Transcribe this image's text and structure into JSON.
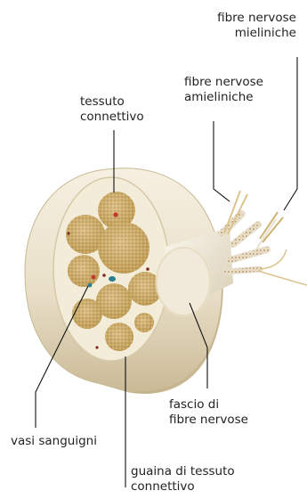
{
  "labels": {
    "fibre_mieliniche": "fibre nervose\nmieliniche",
    "fibre_amieliniche": "fibre nervose\namieliniche",
    "tessuto_connettivo": "tessuto\nconnettivo",
    "fascio": "fascio di\nfibre nervose",
    "vasi": "vasi sanguigni",
    "guaina": "guaina di tessuto\nconnettivo"
  },
  "colors": {
    "sheath": "#ece3cf",
    "sheath_shadow": "#c9b995",
    "fascicle": "#c9a862",
    "fascicle_light": "#dcc08a",
    "connective": "#f3ecd9",
    "fiber_white": "#f5f0e6",
    "fiber_gold": "#d9b45a",
    "vessel_red": "#c0392b",
    "vessel_blue": "#2a7d8c",
    "leader": "#111111"
  }
}
